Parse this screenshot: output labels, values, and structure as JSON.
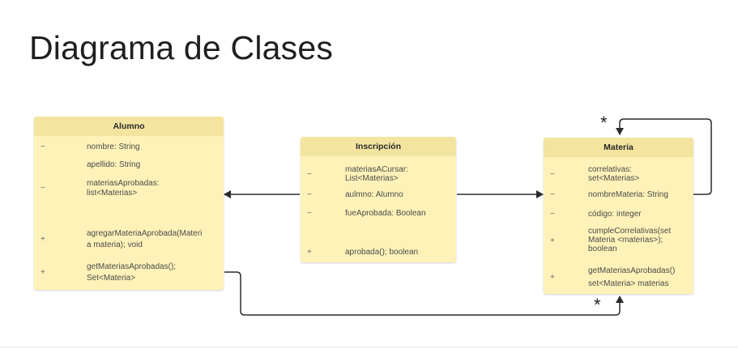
{
  "title": "Diagrama de Clases",
  "classes": {
    "alumno": {
      "name": "Alumno",
      "members": [
        {
          "vis": "−",
          "lines": [
            "nombre: String"
          ]
        },
        {
          "vis": "",
          "lines": [
            "apellido: String"
          ]
        },
        {
          "vis": "−",
          "lines": [
            "materiasAprobadas:",
            "list<Materias>"
          ]
        },
        {
          "vis": "+",
          "lines": [
            "agregarMateriaAprobada(Materi",
            "a materia); void"
          ]
        },
        {
          "vis": "+",
          "lines": [
            "getMateriasAprobadas();",
            "Set<Materia>"
          ]
        }
      ]
    },
    "inscripcion": {
      "name": "Inscripción",
      "members": [
        {
          "vis": "−",
          "lines": [
            "materiasACursar:",
            "List<Materias>"
          ]
        },
        {
          "vis": "−",
          "lines": [
            "aulmno: Alumno"
          ]
        },
        {
          "vis": "−",
          "lines": [
            "fueAprobada: Boolean"
          ]
        },
        {
          "vis": "+",
          "lines": [
            "aprobada(); boolean"
          ]
        }
      ]
    },
    "materia": {
      "name": "Materia",
      "members": [
        {
          "vis": "−",
          "lines": [
            "correlativas:",
            "set<Materias>"
          ]
        },
        {
          "vis": "−",
          "lines": [
            "nombreMateria: String"
          ]
        },
        {
          "vis": "−",
          "lines": [
            "código: integer"
          ]
        },
        {
          "vis": "+",
          "lines": [
            "cumpleCorrelativas(set",
            "Materia <materias>);",
            "boolean"
          ]
        },
        {
          "vis": "+",
          "lines": [
            "getMateriasAprobadas()",
            "set<Materia> materias"
          ]
        }
      ]
    }
  },
  "multiplicities": {
    "materia_self": "*",
    "alumno_materia": "*"
  },
  "colors": {
    "class_body": "#fff2b8",
    "class_header": "#f3e5a0",
    "connector": "#2b2b2b"
  }
}
